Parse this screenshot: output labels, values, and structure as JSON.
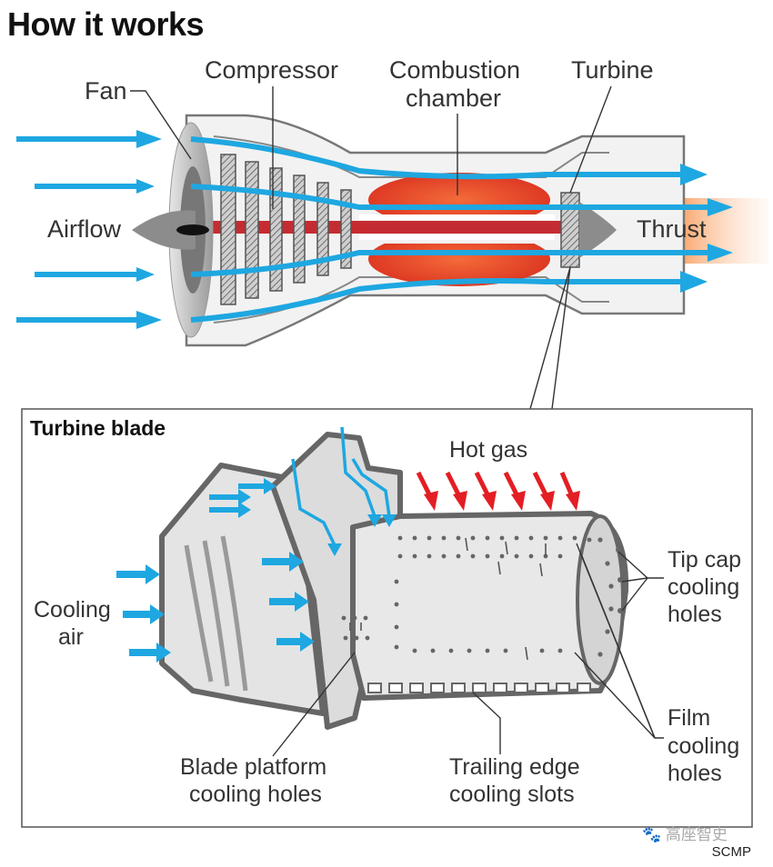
{
  "title": "How it works",
  "engine": {
    "labels": {
      "fan": "Fan",
      "compressor": "Compressor",
      "combustion_line1": "Combustion",
      "combustion_line2": "chamber",
      "turbine": "Turbine",
      "airflow": "Airflow",
      "thrust": "Thrust"
    },
    "colors": {
      "airflow": "#1ea7e1",
      "casing": "#f2f2f2",
      "casing_stroke": "#777777",
      "combustion": "#e0402a",
      "core_line": "#c0161c",
      "thrust": "#f58a2a"
    }
  },
  "detail": {
    "box_title": "Turbine blade",
    "labels": {
      "hot_gas": "Hot gas",
      "cooling_air_1": "Cooling",
      "cooling_air_2": "air",
      "tip_cap_1": "Tip cap",
      "tip_cap_2": "cooling",
      "tip_cap_3": "holes",
      "film_1": "Film",
      "film_2": "cooling",
      "film_3": "holes",
      "platform_1": "Blade platform",
      "platform_2": "cooling holes",
      "trailing_1": "Trailing edge",
      "trailing_2": "cooling slots"
    },
    "colors": {
      "hot_gas_arrows": "#e31e24",
      "cooling_arrows": "#1ea7e1",
      "blade_fill": "#e4e4e4",
      "blade_stroke": "#666666"
    }
  },
  "credit": "SCMP",
  "watermark": "🐾 高座智史"
}
